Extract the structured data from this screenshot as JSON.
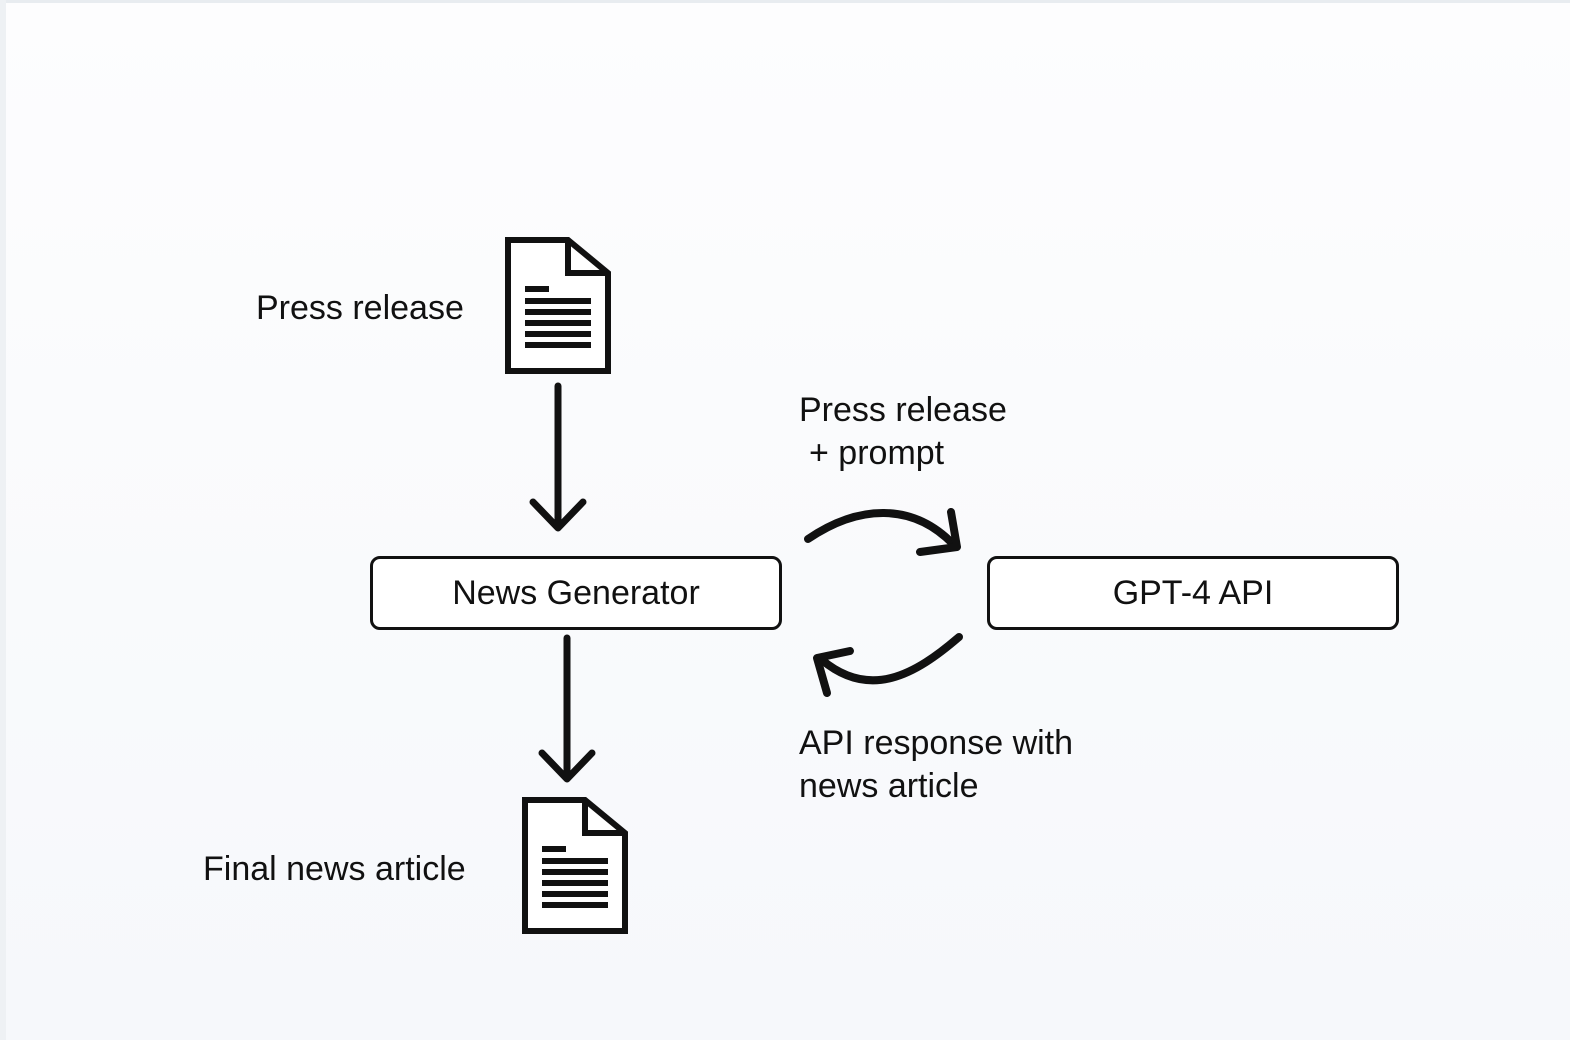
{
  "diagram": {
    "nodes": {
      "input_doc_label": "Press release",
      "news_generator": "News Generator",
      "gpt_api": "GPT-4 API",
      "output_doc_label": "Final news article"
    },
    "edges": {
      "request": {
        "line1": "Press release",
        "line2": "+ prompt"
      },
      "response": {
        "line1": "API response with",
        "line2": "news article"
      }
    },
    "icons": {
      "input": "document-icon",
      "output": "document-icon"
    },
    "colors": {
      "stroke": "#111111",
      "box_fill": "#ffffff"
    }
  }
}
